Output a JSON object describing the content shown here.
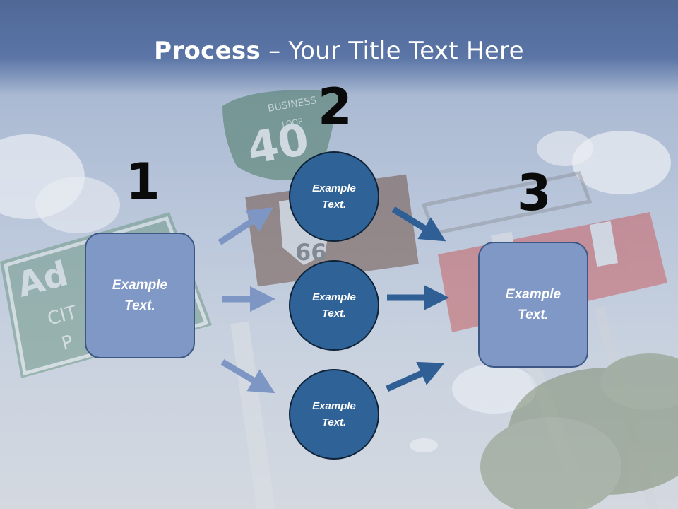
{
  "title": {
    "bold": "Process",
    "rest": " – Your Title Text Here"
  },
  "steps": [
    {
      "number": "1",
      "label_line1": "Example",
      "label_line2": "Text."
    },
    {
      "number": "2"
    },
    {
      "number": "3",
      "label_line1": "Example",
      "label_line2": "Text."
    }
  ],
  "circles": [
    {
      "line1": "Example",
      "line2": "Text."
    },
    {
      "line1": "Example",
      "line2": "Text."
    },
    {
      "line1": "Example",
      "line2": "Text."
    }
  ],
  "background_signs": {
    "sign_40_top": "BUSINESS",
    "sign_40_middle": "LOOP",
    "sign_40_number": "40",
    "sign_66": "66",
    "left_sign_big": "Ad",
    "left_sign_mid": "CIT",
    "left_sign_small": "P"
  },
  "colors": {
    "title_band": "#5a75a6",
    "box_fill": "#7f98c6",
    "circle_fill": "#2f6296",
    "arrow_dark": "#2f5f94",
    "arrow_light": "#7d96c4"
  }
}
